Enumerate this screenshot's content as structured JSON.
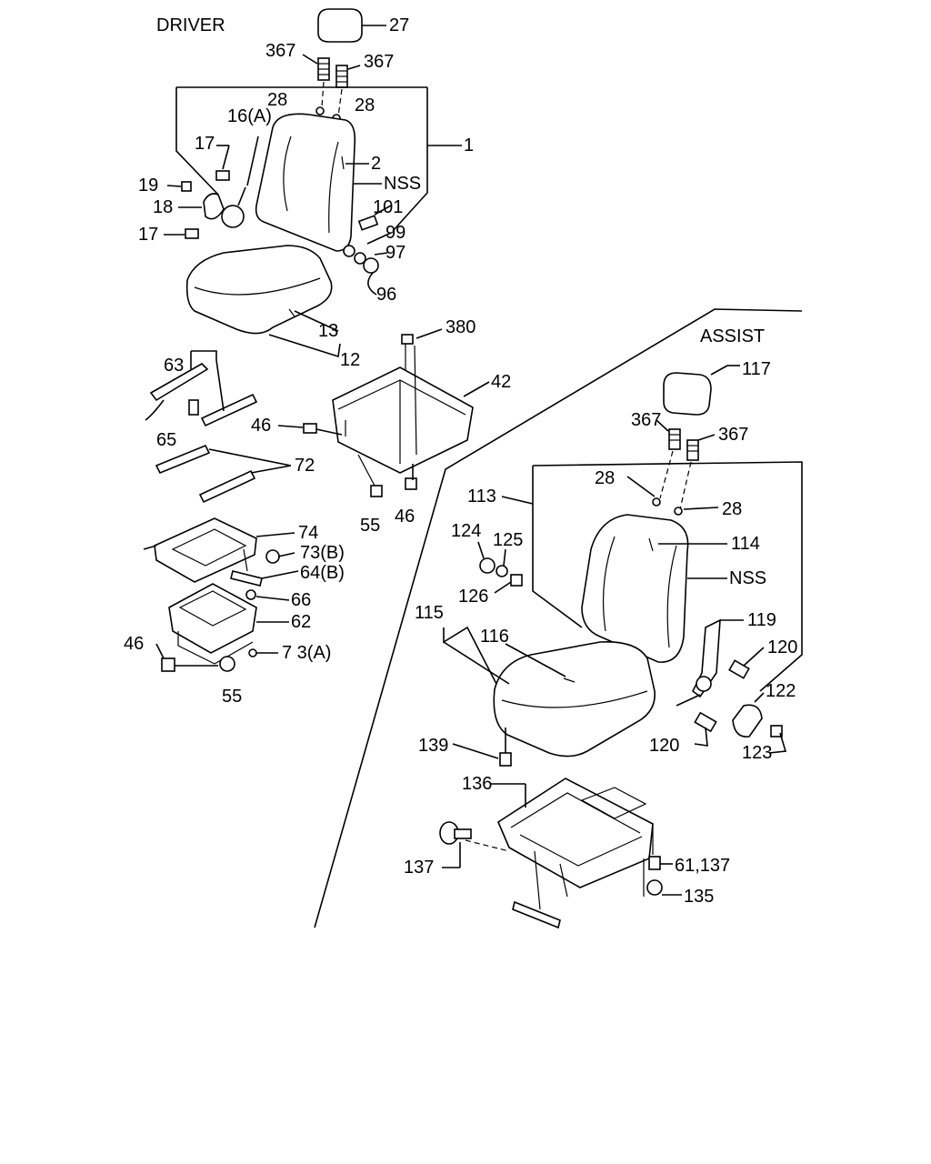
{
  "sections": {
    "driver": "DRIVER",
    "assist": "ASSIST"
  },
  "labels": {
    "p27": "27",
    "p367_a": "367",
    "p367_b": "367",
    "p28_a": "28",
    "p28_b": "28",
    "p16a": "16(A)",
    "p1": "1",
    "p17_a": "17",
    "p2": "2",
    "nss_a": "NSS",
    "p19": "19",
    "p18": "18",
    "p101": "101",
    "p99": "99",
    "p17_b": "17",
    "p97": "97",
    "p96": "96",
    "p13": "13",
    "p12": "12",
    "p380": "380",
    "p63": "63",
    "p42": "42",
    "p46_a": "46",
    "p65": "65",
    "p72": "72",
    "p55_a": "55",
    "p46_b": "46",
    "p74": "74",
    "p73b": "73(B)",
    "p64b": "64(B)",
    "p66": "66",
    "p62": "62",
    "p46_c": "46",
    "p73a": "7 3(A)",
    "p55_b": "55",
    "p117": "117",
    "p367_c": "367",
    "p367_d": "367",
    "p28_c": "28",
    "p28_d": "28",
    "p113": "113",
    "p124": "124",
    "p125": "125",
    "p114": "114",
    "nss_b": "NSS",
    "p126": "126",
    "p115": "115",
    "p116": "116",
    "p119": "119",
    "p120_a": "120",
    "p122": "122",
    "p139": "139",
    "p120_b": "120",
    "p123": "123",
    "p136": "136",
    "p137": "137",
    "p61_137": "61,137",
    "p135": "135"
  }
}
